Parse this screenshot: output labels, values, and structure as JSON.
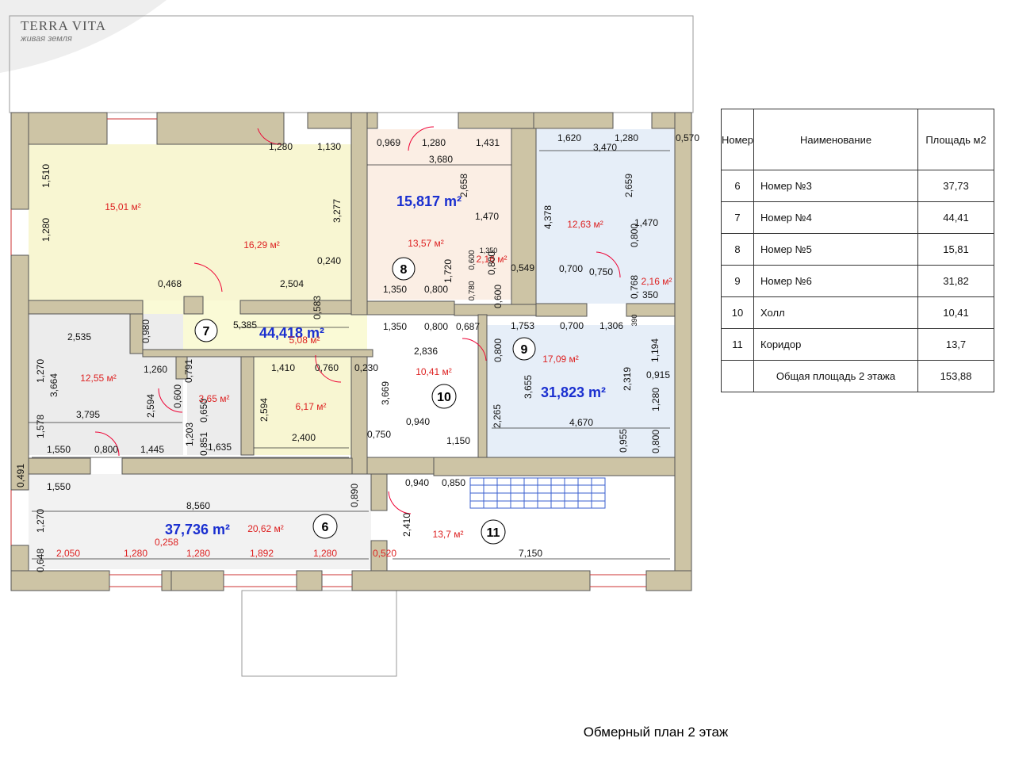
{
  "logo": {
    "name": "TERRA VITA",
    "tagline": "живая земля"
  },
  "caption": "Обмерный план 2 этаж",
  "table": {
    "headers": [
      "Номер",
      "Наименование",
      "Площадь м2"
    ],
    "rows": [
      [
        "6",
        "Номер №3",
        "37,73"
      ],
      [
        "7",
        "Номер №4",
        "44,41"
      ],
      [
        "8",
        "Номер №5",
        "15,81"
      ],
      [
        "9",
        "Номер №6",
        "31,82"
      ],
      [
        "10",
        "Холл",
        "10,41"
      ],
      [
        "11",
        "Коридор",
        "13,7"
      ]
    ],
    "total": {
      "label": "Общая площадь 2 этажа",
      "value": "153,88"
    }
  },
  "rooms": {
    "n6": "6",
    "n7": "7",
    "n8": "8",
    "n9": "9",
    "n10": "10",
    "n11": "11",
    "big6": "37,736 m²",
    "big7": "44,418 m²",
    "big8": "15,817 m²",
    "big9": "31,823 m²"
  },
  "areas": {
    "a1501": "15,01 м²",
    "a1629": "16,29 м²",
    "a1357": "13,57 м²",
    "a216a": "2,16 м²",
    "a1263": "12,63 м²",
    "a216b": "2,16 м²",
    "a508": "5,08 м²",
    "a1255": "12,55 м²",
    "a365": "3,65 м²",
    "a617": "6,17 м²",
    "a1041": "10,41 м²",
    "a1709": "17,09 м²",
    "a2062": "20,62 м²",
    "a137": "13,7 м²"
  },
  "dims": {
    "d1280a": "1,280",
    "d1130": "1,130",
    "d0969": "0,969",
    "d1280b": "1,280",
    "d1431": "1,431",
    "d3680": "3,680",
    "d1620": "1,620",
    "d1280c": "1,280",
    "d0570": "0,570",
    "d3470": "3,470",
    "d1510": "1,510",
    "d1280d": "1,280",
    "d3277": "3,277",
    "d2658": "2,658",
    "d2659": "2,659",
    "d4378": "4,378",
    "d1470a": "1,470",
    "d1470b": "1,470",
    "d0240": "0,240",
    "d1350a": "1,350",
    "d0600a": "0,600",
    "d1720": "1,720",
    "d0800a": "0,800",
    "d0549": "0,549",
    "d0700a": "0,700",
    "d0750a": "0,750",
    "d0768": "0,768",
    "d350": "350",
    "d0468": "0,468",
    "d2504": "2,504",
    "d1350b": "1,350",
    "d0800b": "0,800",
    "d0780": "0,780",
    "d0600b": "0,600",
    "d0583": "0,583",
    "d2535": "2,535",
    "d0980": "0,980",
    "d5385": "5,385",
    "d1350c": "1,350",
    "d0800c": "0,800",
    "d0687": "0,687",
    "d1753": "1,753",
    "d0700b": "0,700",
    "d1306": "1,306",
    "d390": "390",
    "d1194": "1,194",
    "d2836": "2,836",
    "d0800d": "0,800",
    "d1270a": "1,270",
    "d3664": "3,664",
    "d1260": "1,260",
    "d0791": "0,791",
    "d1410": "1,410",
    "d0760": "0,760",
    "d0230": "0,230",
    "d2319": "2,319",
    "d0915": "0,915",
    "d3669": "3,669",
    "d3655": "3,655",
    "d3795": "3,795",
    "d2594a": "2,594",
    "d0600c": "0,600",
    "d0650": "0,650",
    "d2594b": "2,594",
    "d4670": "4,670",
    "d1280e": "1,280",
    "d0940a": "0,940",
    "d2265": "2,265",
    "d1578": "1,578",
    "d1203": "1,203",
    "d0851": "0,851",
    "d0750b": "0,750",
    "d1150": "1,150",
    "d2400": "2,400",
    "d0955": "0,955",
    "d0800e": "0,800",
    "d1550a": "1,550",
    "d0800f": "0,800",
    "d1445": "1,445",
    "d1635": "1,635",
    "d0491": "0,491",
    "d1550b": "1,550",
    "d0940b": "0,940",
    "d0850": "0,850",
    "d8560": "8,560",
    "d0890": "0,890",
    "d1270b": "1,270",
    "d0258": "0,258",
    "d2410": "2,410",
    "d7150": "7,150",
    "d0648": "0,648",
    "d2050": "2,050",
    "d1280f": "1,280",
    "d1280g": "1,280",
    "d1892": "1,892",
    "d1280h": "1,280",
    "d0520": "0,520"
  },
  "colors": {
    "wall": "#cdc4a5",
    "room6": "#f2f2f2",
    "room7": "#fafad6",
    "room8": "#fbeee4",
    "room9": "#e6eef8",
    "room10": "#ffffff",
    "room_grey": "#ececec",
    "room_yellow": "#f8f6d2",
    "area_text": "#dd2222",
    "big_text": "#1a2fd0",
    "stairs": "#3a5fcf"
  }
}
